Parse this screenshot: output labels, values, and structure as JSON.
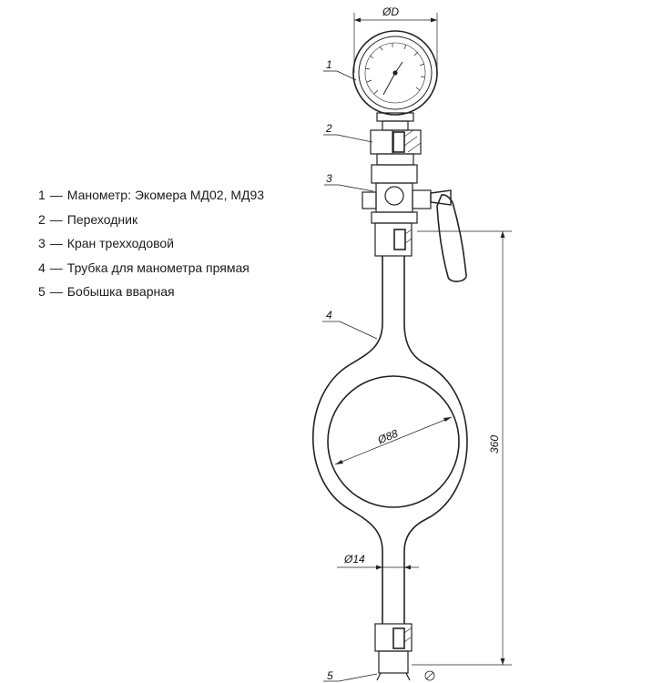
{
  "legend": [
    {
      "num": "1",
      "dash": "—",
      "text": "Манометр: Экомера МД02, МД93"
    },
    {
      "num": "2",
      "dash": "—",
      "text": "Переходник"
    },
    {
      "num": "3",
      "dash": "—",
      "text": "Кран трехходовой"
    },
    {
      "num": "4",
      "dash": "—",
      "text": "Трубка для манометра прямая"
    },
    {
      "num": "5",
      "dash": "—",
      "text": "Бобышка вварная"
    }
  ],
  "callouts": [
    "1",
    "2",
    "3",
    "4",
    "5"
  ],
  "dimensions": {
    "gauge_diameter": "ØD",
    "loop_diameter": "Ø88",
    "tube_diameter": "Ø14",
    "height": "360"
  },
  "colors": {
    "line": "#222222",
    "background": "#ffffff"
  }
}
